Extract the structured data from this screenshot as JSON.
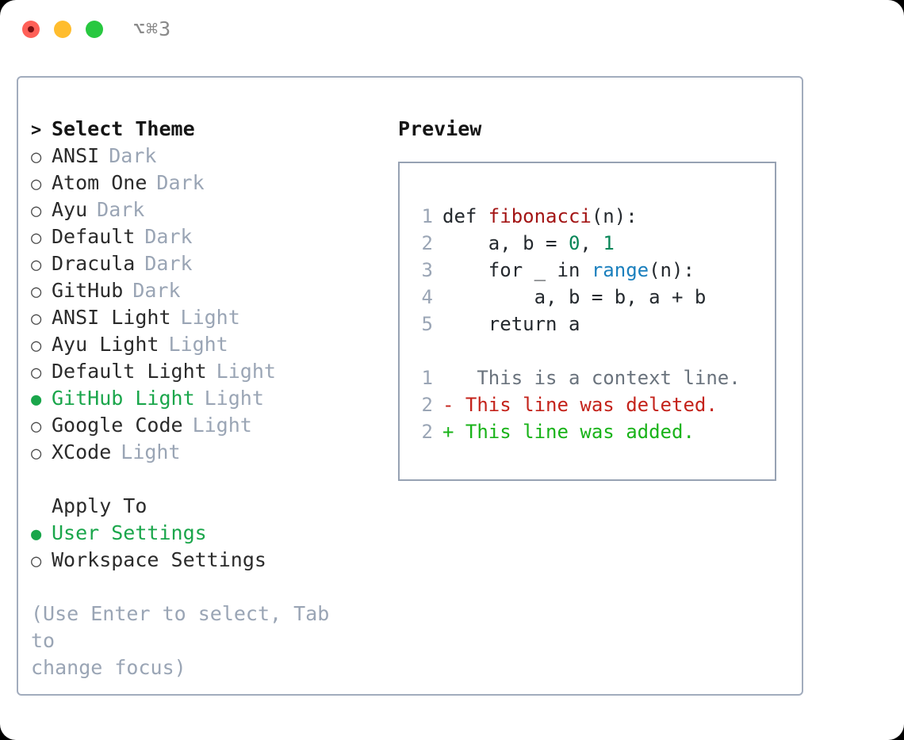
{
  "window": {
    "shortcut": "⌥⌘3",
    "traffic_lights": [
      "close-red",
      "minimize-yellow",
      "zoom-green"
    ]
  },
  "theme_picker": {
    "header_marker": ">",
    "header_label": "Select Theme",
    "options": [
      {
        "marker": "○",
        "label": "ANSI",
        "badge": "Dark",
        "selected": false
      },
      {
        "marker": "○",
        "label": "Atom One",
        "badge": "Dark",
        "selected": false
      },
      {
        "marker": "○",
        "label": "Ayu",
        "badge": "Dark",
        "selected": false
      },
      {
        "marker": "○",
        "label": "Default",
        "badge": "Dark",
        "selected": false
      },
      {
        "marker": "○",
        "label": "Dracula",
        "badge": "Dark",
        "selected": false
      },
      {
        "marker": "○",
        "label": "GitHub",
        "badge": "Dark",
        "selected": false
      },
      {
        "marker": "○",
        "label": "ANSI Light",
        "badge": "Light",
        "selected": false
      },
      {
        "marker": "○",
        "label": "Ayu Light",
        "badge": "Light",
        "selected": false
      },
      {
        "marker": "○",
        "label": "Default Light",
        "badge": "Light",
        "selected": false
      },
      {
        "marker": "●",
        "label": "GitHub Light",
        "badge": "Light",
        "selected": true
      },
      {
        "marker": "○",
        "label": "Google Code",
        "badge": "Light",
        "selected": false
      },
      {
        "marker": "○",
        "label": "XCode",
        "badge": "Light",
        "selected": false
      }
    ]
  },
  "apply_to": {
    "header_label": "Apply To",
    "options": [
      {
        "marker": "●",
        "label": "User Settings",
        "selected": true
      },
      {
        "marker": "○",
        "label": "Workspace Settings",
        "selected": false
      }
    ]
  },
  "hint": "(Use Enter to select, Tab to\nchange focus)",
  "preview": {
    "title": "Preview",
    "code_lines": [
      {
        "no": "1",
        "segments": [
          {
            "text": "def ",
            "style": "kw"
          },
          {
            "text": "fibonacci",
            "style": "fn"
          },
          {
            "text": "(n):",
            "style": "plain"
          }
        ]
      },
      {
        "no": "2",
        "segments": [
          {
            "text": "    a, b = ",
            "style": "plain"
          },
          {
            "text": "0",
            "style": "num"
          },
          {
            "text": ", ",
            "style": "plain"
          },
          {
            "text": "1",
            "style": "num"
          }
        ]
      },
      {
        "no": "3",
        "segments": [
          {
            "text": "    for _ in ",
            "style": "kw"
          },
          {
            "text": "range",
            "style": "call"
          },
          {
            "text": "(n):",
            "style": "plain"
          }
        ]
      },
      {
        "no": "4",
        "segments": [
          {
            "text": "        a, b = b, a + b",
            "style": "plain"
          }
        ]
      },
      {
        "no": "5",
        "segments": [
          {
            "text": "    return a",
            "style": "kw"
          }
        ]
      }
    ],
    "diff_lines": [
      {
        "no": "1",
        "sign": " ",
        "text": "  This is a context line.",
        "kind": "context"
      },
      {
        "no": "2",
        "sign": "-",
        "text": " This line was deleted.",
        "kind": "deleted"
      },
      {
        "no": "2",
        "sign": "+",
        "text": " This line was added.",
        "kind": "added"
      }
    ]
  },
  "colors": {
    "accent_green": "#1aa64b",
    "muted": "#9aa5b5",
    "border": "#97a2b3",
    "diff_add": "#19b319",
    "diff_del": "#c4231b",
    "syntax_function": "#a31515",
    "syntax_number": "#098658",
    "syntax_call": "#1a7fbd"
  }
}
